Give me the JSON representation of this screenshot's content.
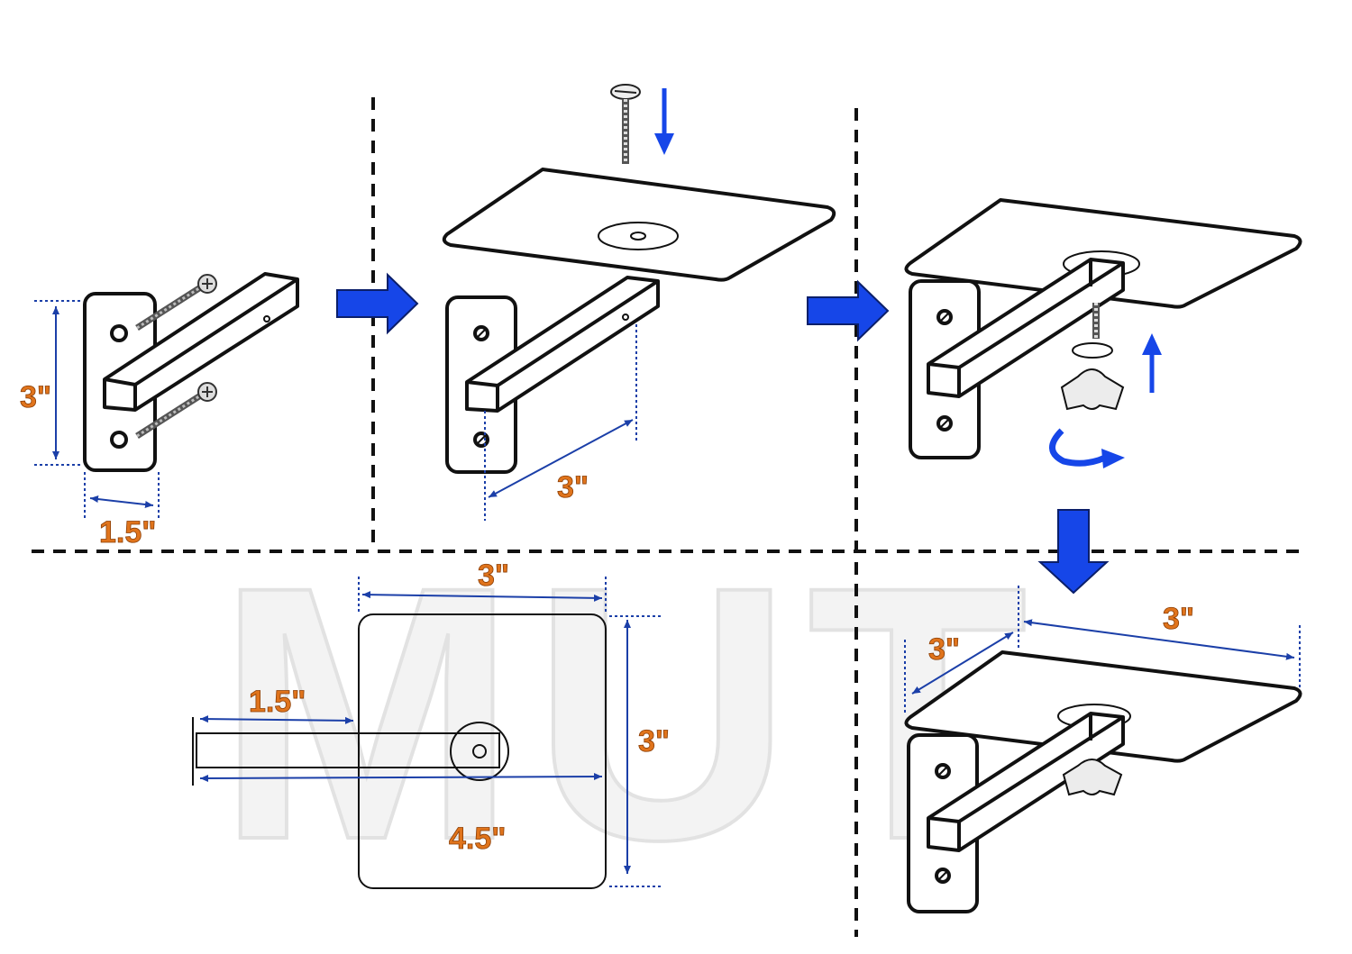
{
  "watermark": {
    "text": "MUT"
  },
  "colors": {
    "arrow": "#1646e8",
    "dim_line": "#1b3fa8",
    "dim_text": "#e0741c",
    "outline": "#111111"
  },
  "panels": {
    "step1": {
      "height_label": "3\"",
      "width_label": "1.5\""
    },
    "step2": {
      "arm_label": "3\""
    },
    "step3": {},
    "top_view": {
      "plate_width_label": "3\"",
      "plate_height_label": "3\"",
      "arm_label": "1.5\"",
      "total_label": "4.5\""
    },
    "step4": {
      "depth_label": "3\"",
      "width_label": "3\""
    }
  },
  "icons": [
    "arrow-right-icon",
    "arrow-down-icon",
    "arrow-up-icon",
    "rotate-icon",
    "screw-icon",
    "wing-nut-icon",
    "washer-icon"
  ]
}
